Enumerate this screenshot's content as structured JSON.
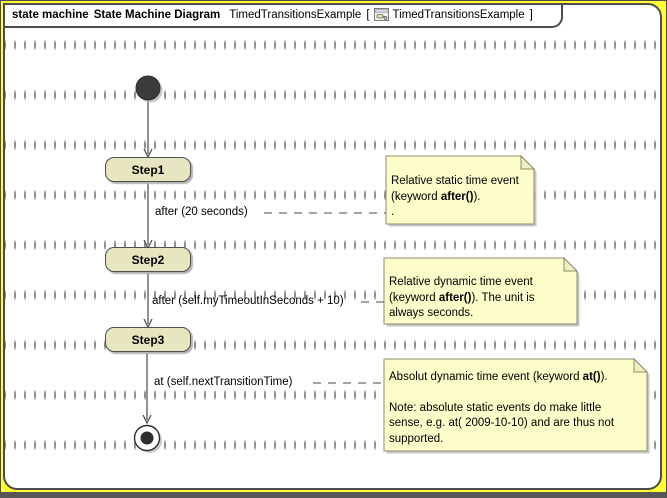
{
  "title": {
    "kind": "state machine",
    "diagram_type": "State Machine Diagram",
    "diagram_name": "TimedTransitionsExample",
    "open_bracket": "[",
    "icon": "state-machine-diagram-icon",
    "context_name": "TimedTransitionsExample",
    "close_bracket": "]"
  },
  "states": [
    {
      "label": "Step1"
    },
    {
      "label": "Step2"
    },
    {
      "label": "Step3"
    }
  ],
  "transitions": [
    {
      "label": "after (20 seconds)"
    },
    {
      "label": "after (self.myTimeoutInSeconds + 10)"
    },
    {
      "label": "at (self.nextTransitionTime)"
    }
  ],
  "notes": [
    {
      "lines": [
        {
          "segments": [
            {
              "text": "Relative static time event"
            }
          ]
        },
        {
          "segments": [
            {
              "text": "(keyword "
            },
            {
              "text": "after()",
              "bold": true
            },
            {
              "text": ")."
            }
          ]
        },
        {
          "segments": [
            {
              "text": "."
            }
          ]
        }
      ]
    },
    {
      "lines": [
        {
          "segments": [
            {
              "text": "Relative dynamic time event"
            }
          ]
        },
        {
          "segments": [
            {
              "text": "(keyword "
            },
            {
              "text": "after()",
              "bold": true
            },
            {
              "text": "). The unit is"
            }
          ]
        },
        {
          "segments": [
            {
              "text": "always seconds."
            }
          ]
        }
      ]
    },
    {
      "lines": [
        {
          "segments": [
            {
              "text": "Absolut dynamic time event (keyword "
            },
            {
              "text": "at()",
              "bold": true
            },
            {
              "text": ")."
            }
          ]
        },
        {
          "segments": [
            {
              "text": ""
            }
          ]
        },
        {
          "segments": [
            {
              "text": "Note: absolute static events do make little"
            }
          ]
        },
        {
          "segments": [
            {
              "text": "sense, e.g. at( 2009-10-10) and are thus not"
            }
          ]
        },
        {
          "segments": [
            {
              "text": "supported."
            }
          ]
        }
      ]
    }
  ],
  "colors": {
    "canvas_margin": "#ffff33",
    "frame_border": "#4c4c4c",
    "note_fill": "#fdfdca",
    "note_border": "#8b8b70",
    "state_fill": "#e8e6c0",
    "state_border": "#4f4f4f",
    "node_fill": "#3b3b3b",
    "line_color": "#4a4a4a",
    "grid_dot": "#8c8c8c"
  }
}
